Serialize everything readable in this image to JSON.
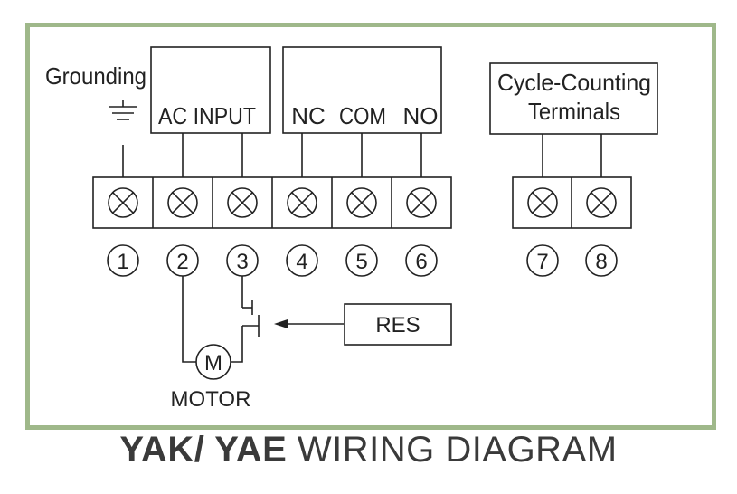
{
  "labels": {
    "grounding": "Grounding",
    "ac_input": "AC INPUT",
    "relay": {
      "nc": "NC",
      "com": "COM",
      "no": "NO"
    },
    "cycle_counting": [
      "Cycle-Counting",
      "Terminals"
    ],
    "motor_symbol": "M",
    "motor": "MOTOR",
    "res": "RES"
  },
  "terminals": [
    "1",
    "2",
    "3",
    "4",
    "5",
    "6",
    "7",
    "8"
  ],
  "title": {
    "bold_part": "YAK/ YAE",
    "regular_part": "WIRING DIAGRAM"
  },
  "colors": {
    "frame": "#9fb88a",
    "ink": "#222222",
    "title": "#3a3a3a"
  }
}
